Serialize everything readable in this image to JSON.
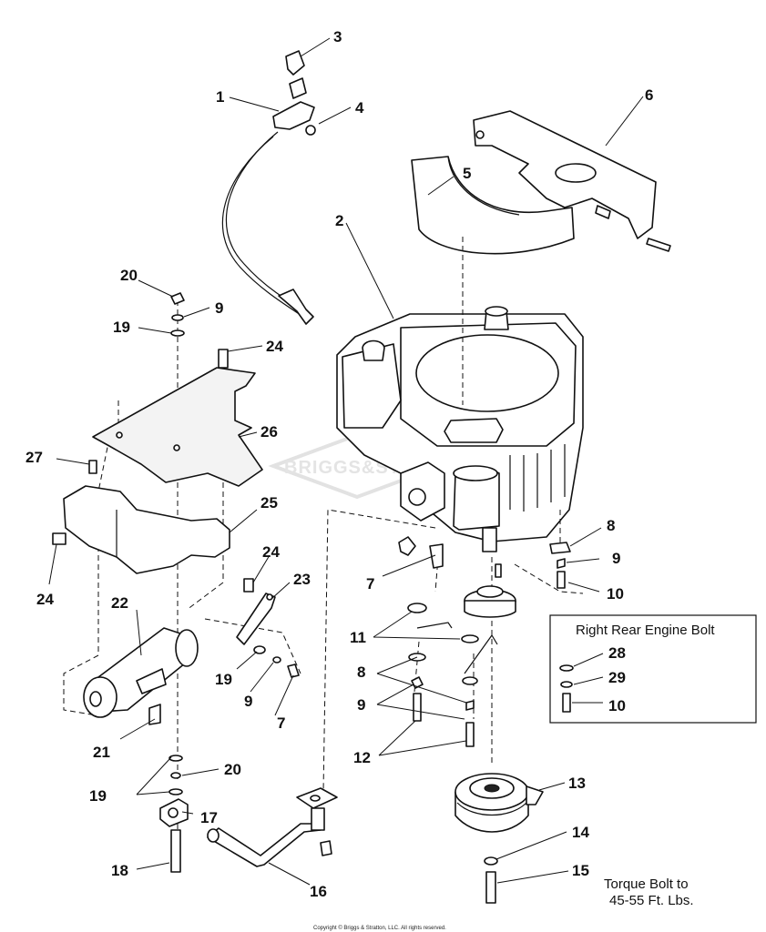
{
  "diagram": {
    "callouts": {
      "c1": "1",
      "c2": "2",
      "c3": "3",
      "c4": "4",
      "c5": "5",
      "c6": "6",
      "c7a": "7",
      "c7b": "7",
      "c8a": "8",
      "c8b": "8",
      "c9a": "9",
      "c9b": "9",
      "c9c": "9",
      "c9d": "9",
      "c10a": "10",
      "c10b": "10",
      "c11": "11",
      "c12": "12",
      "c13": "13",
      "c14": "14",
      "c15": "15",
      "c16": "16",
      "c17": "17",
      "c18": "18",
      "c19a": "19",
      "c19b": "19",
      "c19c": "19",
      "c20a": "20",
      "c20b": "20",
      "c21": "21",
      "c22": "22",
      "c23": "23",
      "c24a": "24",
      "c24b": "24",
      "c24c": "24",
      "c25": "25",
      "c26": "26",
      "c27": "27",
      "c28": "28",
      "c29": "29"
    },
    "inset_title": "Right Rear Engine Bolt",
    "torque_note_line1": "Torque Bolt to",
    "torque_note_line2": "45-55 Ft. Lbs.",
    "watermark": "BRIGGS&STRATTON",
    "copyright": "Copyright © Briggs & Stratton, LLC. All rights reserved."
  }
}
